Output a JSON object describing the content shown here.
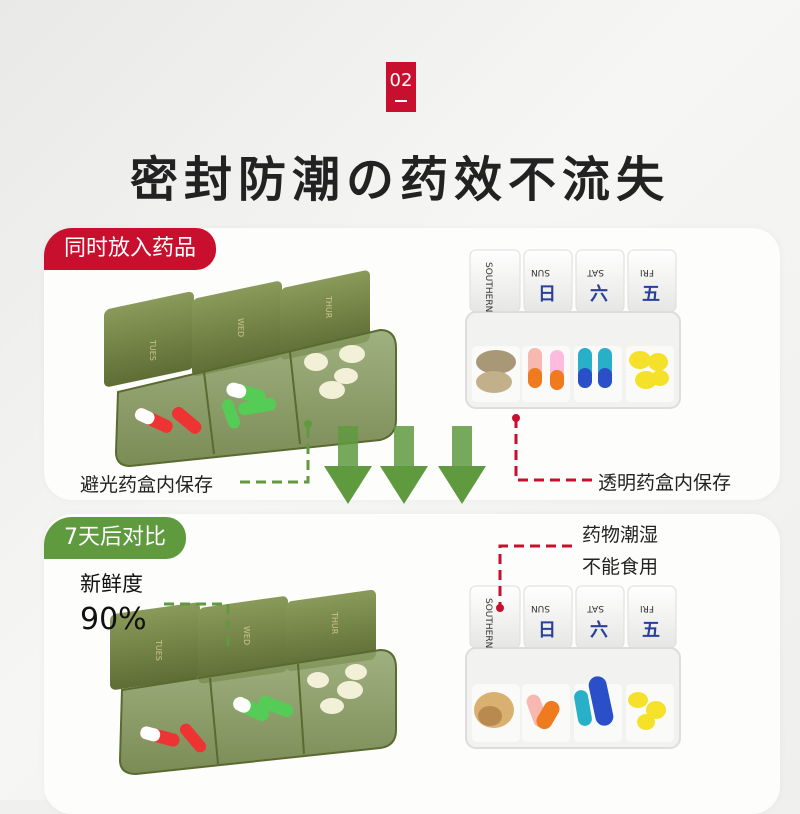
{
  "badge": {
    "number": "02"
  },
  "title": "密封防潮の药效不流失",
  "top_section": {
    "tag": "同时放入药品",
    "left_caption": "避光药盒内保存",
    "right_caption": "透明药盒内保存"
  },
  "bottom_section": {
    "tag": "7天后对比",
    "freshness_label": "新鲜度",
    "freshness_value": "90%",
    "warning_line1": "药物潮湿",
    "warning_line2": "不能食用"
  },
  "box_labels": {
    "green": [
      "TUES",
      "WED",
      "THUR"
    ],
    "clear": [
      "SOUTHERN",
      "SUN",
      "SAT",
      "FRI"
    ],
    "clear_cn": [
      "日",
      "六",
      "五"
    ]
  },
  "colors": {
    "accent_red": "#c8102e",
    "accent_green": "#5f9a3f",
    "box_green": "#6f7f45"
  }
}
